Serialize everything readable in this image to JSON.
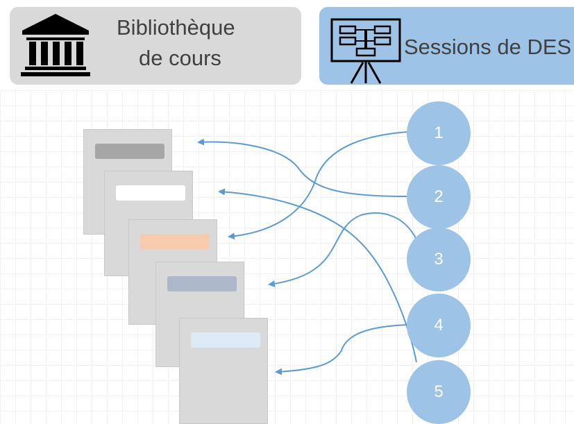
{
  "header": {
    "library": {
      "line1": "Bibliothèque",
      "line2": "de cours",
      "icon": "bank-building-icon"
    },
    "des": {
      "label": "Sessions de DES",
      "icon": "presentation-board-icon"
    }
  },
  "pages": [
    {
      "bar_color": "#a6a6a6"
    },
    {
      "bar_color": "#ffffff"
    },
    {
      "bar_color": "#f8cbad"
    },
    {
      "bar_color": "#acb9ca"
    },
    {
      "bar_color": "#ddebf7"
    }
  ],
  "steps": [
    "1",
    "2",
    "3",
    "4",
    "5"
  ],
  "colors": {
    "circle": "#9dc3e6",
    "arrow": "#5b9bd5",
    "page": "#d9d9d9"
  }
}
